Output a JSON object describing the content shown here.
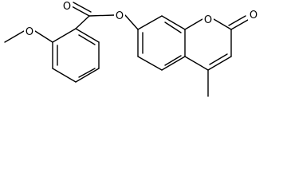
{
  "molecule": {
    "atoms": [
      {
        "id": "O_methoxy",
        "symbol": "O"
      },
      {
        "id": "O_ester",
        "symbol": "O"
      },
      {
        "id": "O_carbonyl_ester",
        "symbol": "O"
      },
      {
        "id": "O_ring",
        "symbol": "O"
      },
      {
        "id": "O_lactone",
        "symbol": "O"
      }
    ]
  }
}
